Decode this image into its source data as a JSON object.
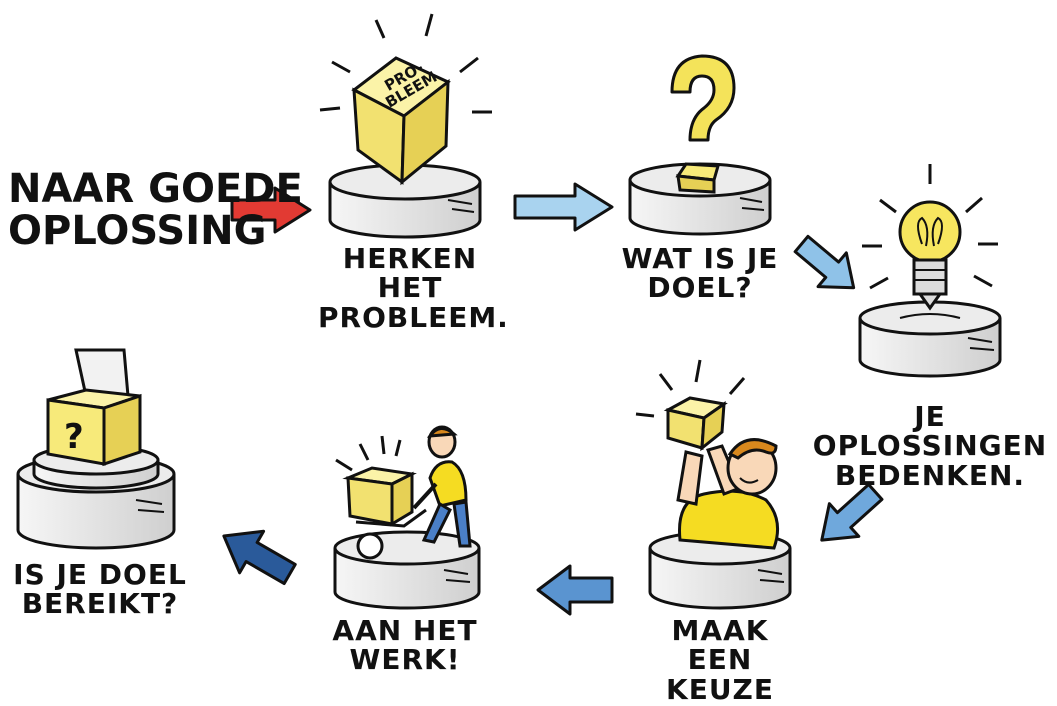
{
  "title": {
    "line1": "NAAR GOEDE",
    "line2": "OPLOSSING"
  },
  "steps": [
    {
      "id": "herken",
      "line1": "HERKEN HET",
      "line2": "PROBLEEM.",
      "icon": "problem-box-icon"
    },
    {
      "id": "doel",
      "line1": "WAT IS JE",
      "line2": "DOEL?",
      "icon": "question-mark-icon"
    },
    {
      "id": "oplossing",
      "line1": "JE OPLOSSINGEN",
      "line2": "BEDENKEN.",
      "icon": "light-bulb-icon"
    },
    {
      "id": "keuze",
      "line1": "MAAK EEN",
      "line2": "KEUZE",
      "icon": "person-holding-box-icon"
    },
    {
      "id": "werk",
      "line1": "AAN HET",
      "line2": "WERK!",
      "icon": "person-wheelbarrow-icon"
    },
    {
      "id": "bereikt",
      "line1": "IS JE DOEL",
      "line2": "BEREIKT?",
      "icon": "open-box-question-icon"
    }
  ],
  "box_label": {
    "line1": "PRO-",
    "line2": "BLEEM"
  },
  "box_question_mark": "?",
  "colors": {
    "arrow_start": "#e23a33",
    "arrow_light": "#a9d3ef",
    "arrow_mid": "#6fa8dc",
    "arrow_dark": "#2a5a9a",
    "box_yellow": "#f7ea7a",
    "shirt_yellow": "#f5dc22",
    "pedestal": "#e9e9e9"
  }
}
